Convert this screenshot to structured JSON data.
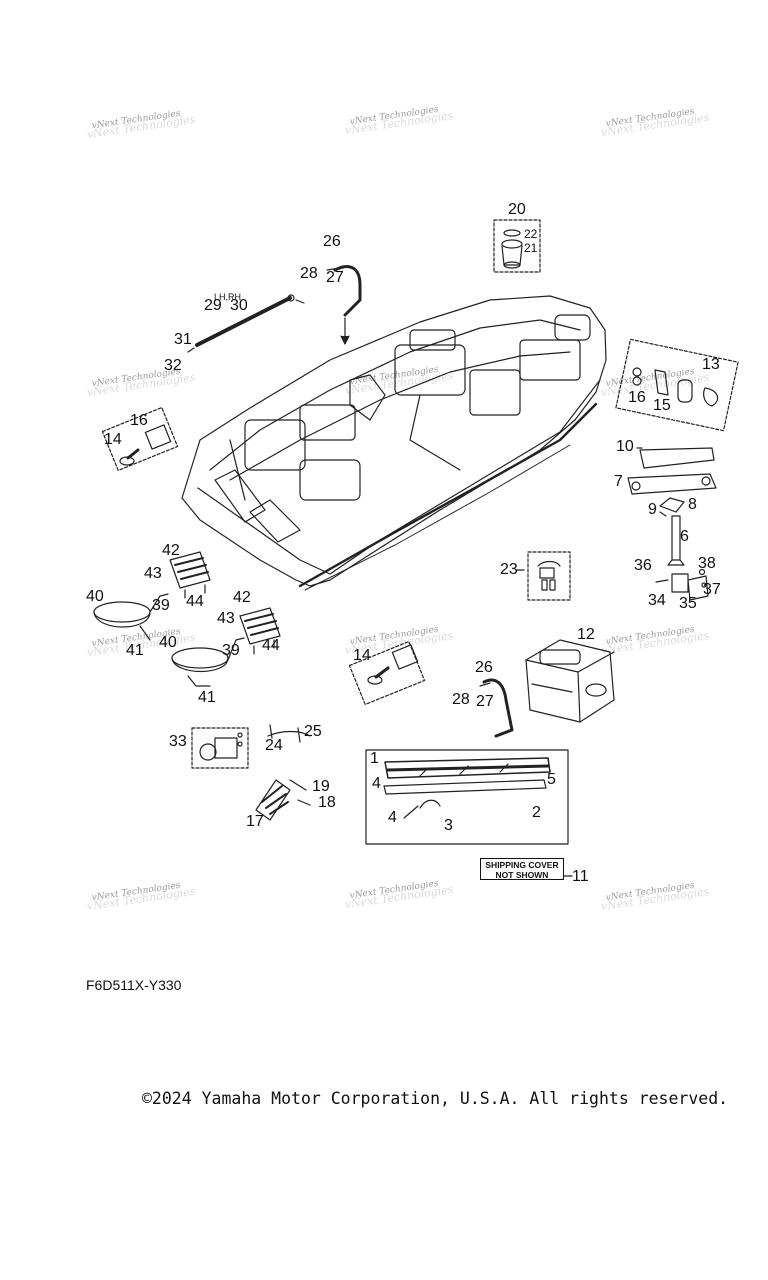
{
  "watermark": "vNext Technologies",
  "diagram_code": "F6D511X-Y330",
  "copyright": "©2024 Yamaha Motor Corporation, U.S.A. All rights reserved.",
  "shipping_cover": {
    "line1": "SHIPPING COVER",
    "line2": "NOT SHOWN"
  },
  "side_label": "LH,RH",
  "callouts": [
    "1",
    "2",
    "3",
    "4",
    "4",
    "5",
    "6",
    "7",
    "8",
    "9",
    "10",
    "11",
    "12",
    "13",
    "14",
    "14",
    "15",
    "16",
    "16",
    "17",
    "18",
    "19",
    "20",
    "21",
    "22",
    "23",
    "24",
    "25",
    "26",
    "26",
    "27",
    "27",
    "28",
    "28",
    "29",
    "30",
    "31",
    "32",
    "33",
    "34",
    "35",
    "36",
    "37",
    "38",
    "39",
    "39",
    "40",
    "40",
    "41",
    "41",
    "42",
    "42",
    "43",
    "43",
    "44",
    "44"
  ]
}
